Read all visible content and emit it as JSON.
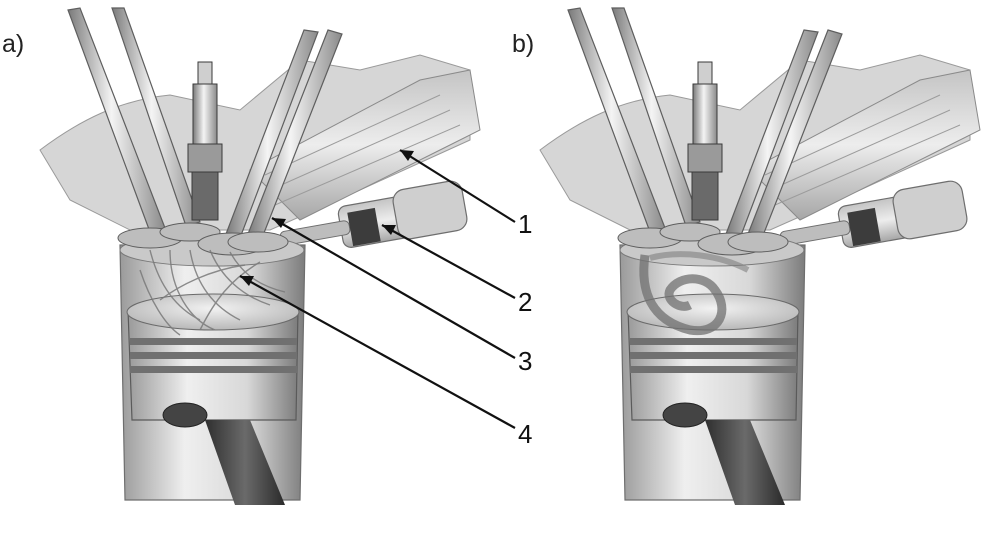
{
  "panels": [
    {
      "label": "a)"
    },
    {
      "label": "b)"
    }
  ],
  "callouts": [
    "1",
    "2",
    "3",
    "4"
  ],
  "colors": {
    "ink": "#111111",
    "metal_light": "#dcdcdc",
    "metal_dark": "#6e6e6e",
    "flame": "#8a8a8a"
  }
}
